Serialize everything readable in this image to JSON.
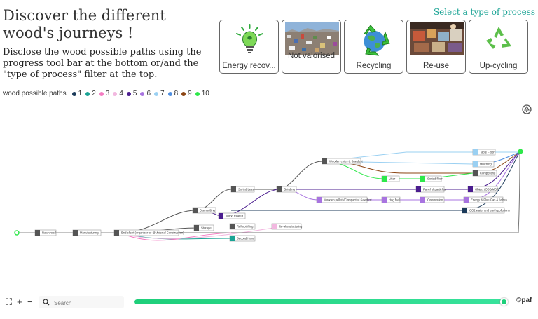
{
  "header": {
    "title": "Discover the different wood's journeys !",
    "subtitle": "Disclose the wood possible paths using the progress tool bar at the bottom or/and the \"type of process\" filter at the top.",
    "filter_label": "Select a type of process"
  },
  "process_cards": [
    {
      "label": "Energy recov...",
      "icon": "lightbulb-icon"
    },
    {
      "label": "Not valorised",
      "icon": "landfill-photo"
    },
    {
      "label": "Recycling",
      "icon": "recycling-icon"
    },
    {
      "label": "Re-use",
      "icon": "market-photo"
    },
    {
      "label": "Up-cycling",
      "icon": "upcycling-icon"
    }
  ],
  "legend": {
    "title": "wood possible paths",
    "items": [
      {
        "label": "1",
        "color": "#1b3a5a"
      },
      {
        "label": "2",
        "color": "#1aa394"
      },
      {
        "label": "3",
        "color": "#f47cc2"
      },
      {
        "label": "4",
        "color": "#f2b8e0"
      },
      {
        "label": "5",
        "color": "#4b1d8f"
      },
      {
        "label": "6",
        "color": "#a874e0"
      },
      {
        "label": "7",
        "color": "#9ad0f2"
      },
      {
        "label": "8",
        "color": "#4f8fe0"
      },
      {
        "label": "9",
        "color": "#8b4513"
      },
      {
        "label": "10",
        "color": "#2ee84a"
      }
    ]
  },
  "graph": {
    "nodes": {
      "raw_wood": "Raw wood",
      "manufacturing": "Manufacturing",
      "end_client": "End client (organiser or @Material Construction)",
      "storage": "Storage",
      "refurbishing": "Refurbishing",
      "re_manufacturing": "Re-Manufacturing",
      "second_hand": "Second Hand",
      "dismantling": "Dismantling",
      "wood_waste": "Wood treated",
      "sorted_less": "Sorted Less",
      "grinding": "Grinding",
      "wooden_chips": "Wooden chips & Sawdust",
      "litter": "Litter",
      "sorted_fiber": "Sorted fiber",
      "panel_particles": "Panel of particles",
      "object_osb": "Object (OSB/MDF)",
      "pellets": "Wooden pellets/Compacted Sawdust",
      "hog_fuel": "Hog fuel",
      "combustion": "Combustion",
      "energy_gas": "Energy & Flue Gas & Ashes",
      "co2": "CO2 water and earth pollutions",
      "table_floor": "Table Floor",
      "mulching": "Mulching",
      "composting": "Composting"
    }
  },
  "bottom_bar": {
    "search_placeholder": "Search",
    "progress_value": 1.0,
    "brand": "©paf"
  }
}
